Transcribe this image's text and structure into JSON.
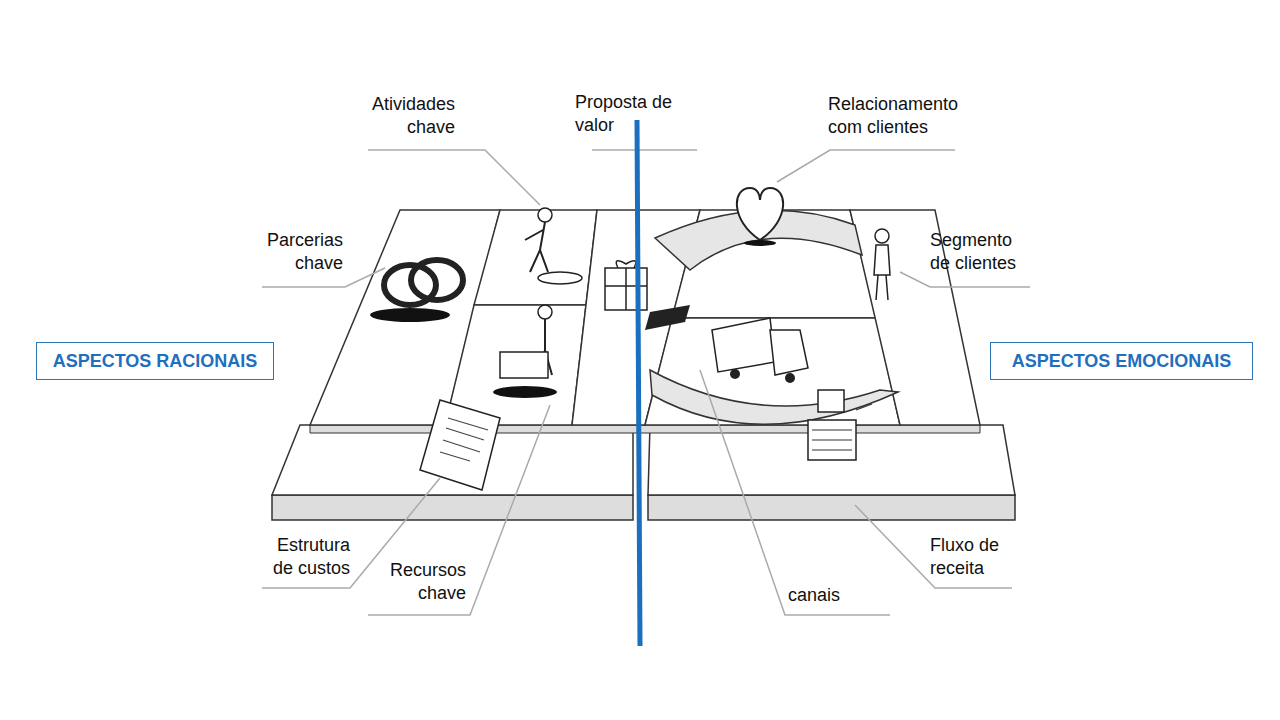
{
  "diagram": {
    "nodes": [
      {
        "text": [
          "ASPECTOS RACIONAIS"
        ]
      },
      {
        "text": [
          "ASPECTOS EMOCIONAIS"
        ]
      }
    ],
    "labels": [
      "Atividades chave",
      "Proposta de valor",
      "Relacionamento com clientes",
      "Parcerias chave",
      "Segmento de clientes",
      "Estrutura de custos",
      "Recursos chave",
      "canais",
      "Fluxo de receita"
    ]
  }
}
